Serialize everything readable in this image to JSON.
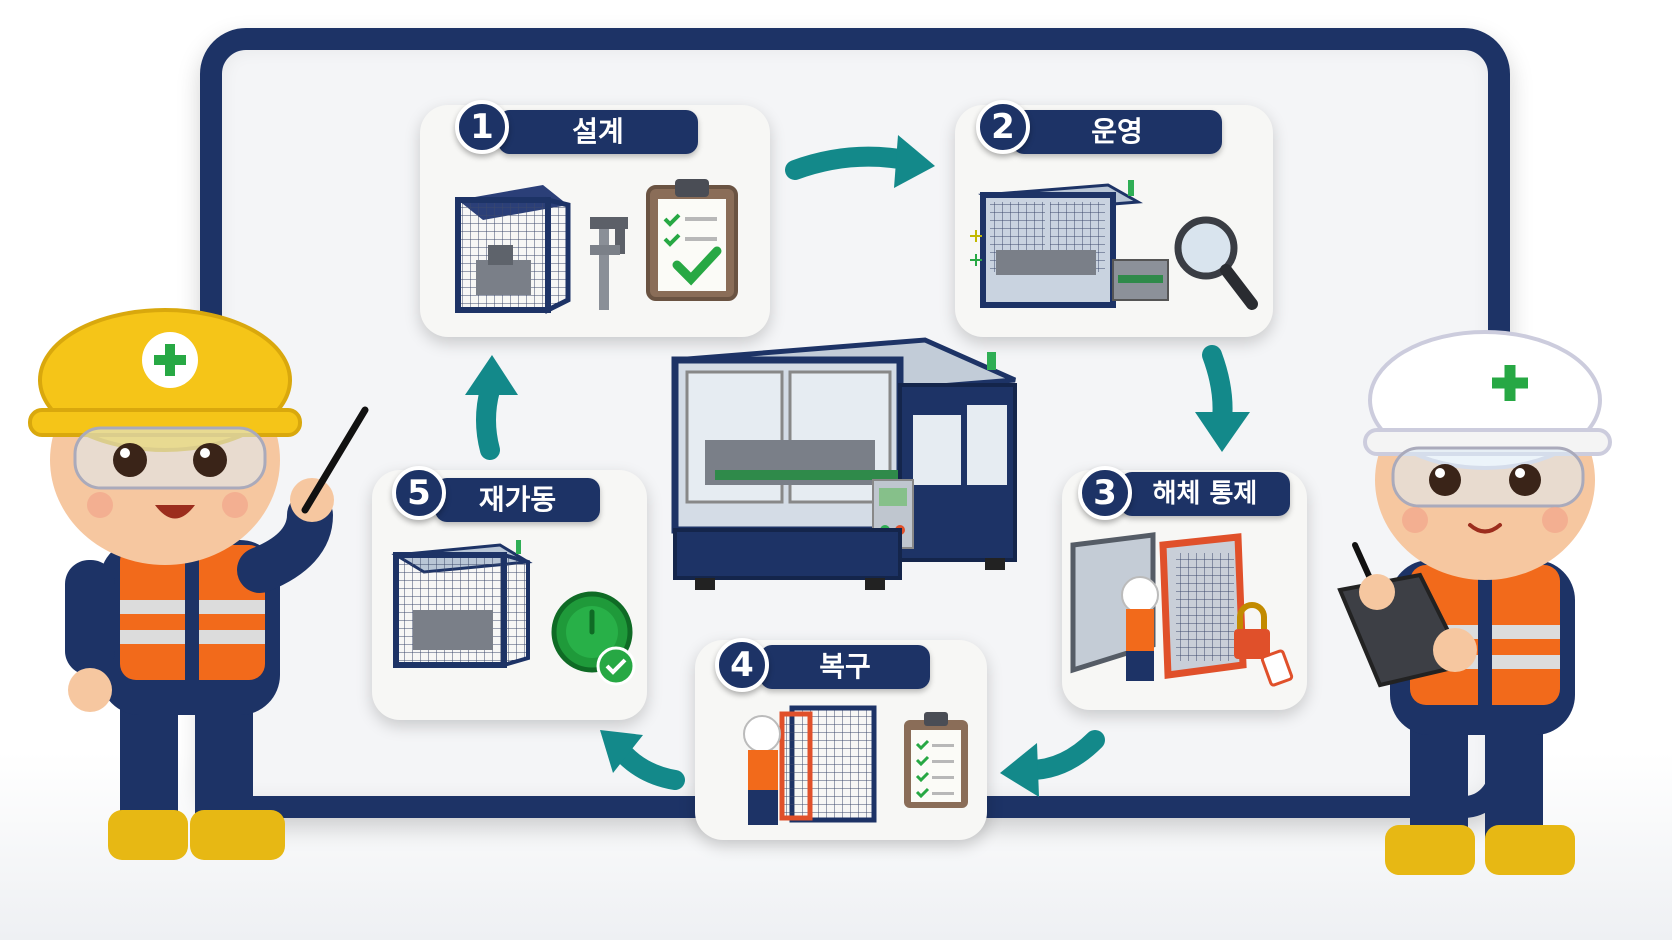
{
  "steps": [
    {
      "number": "1",
      "label": "설계"
    },
    {
      "number": "2",
      "label": "운영"
    },
    {
      "number": "3",
      "label": "해체 통제"
    },
    {
      "number": "4",
      "label": "복구"
    },
    {
      "number": "5",
      "label": "재가동"
    }
  ],
  "colors": {
    "navy": "#1d3366",
    "teal": "#13898a",
    "hardhat_yellow": "#f5c518",
    "vest_orange": "#f26a1b",
    "check_green": "#27a844"
  },
  "icons": [
    "machine-guard-icon",
    "caliper-icon",
    "checklist-icon",
    "magnifier-icon",
    "padlock-icon",
    "power-button-icon",
    "worker-icon"
  ]
}
